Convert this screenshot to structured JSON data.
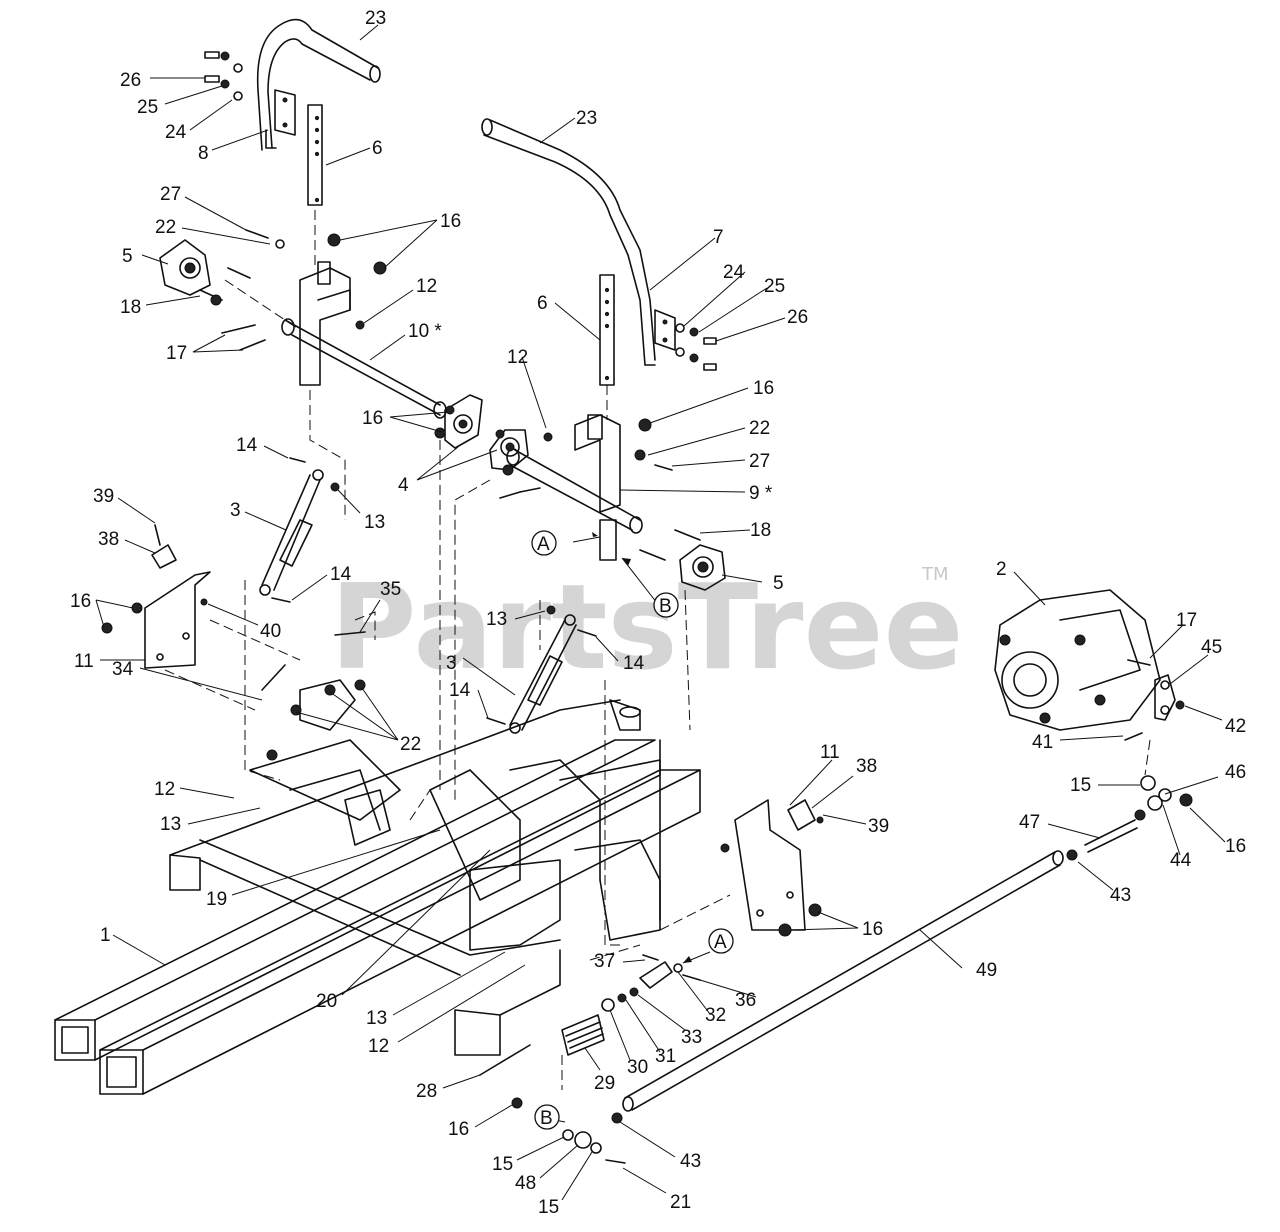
{
  "watermark": {
    "brand": "PartsTree",
    "mark": "TM"
  },
  "callouts": [
    {
      "id": "c23a",
      "text": "23"
    },
    {
      "id": "c26a",
      "text": "26"
    },
    {
      "id": "c25a",
      "text": "25"
    },
    {
      "id": "c24a",
      "text": "24"
    },
    {
      "id": "c8",
      "text": "8"
    },
    {
      "id": "c6a",
      "text": "6"
    },
    {
      "id": "c27a",
      "text": "27"
    },
    {
      "id": "c16a",
      "text": "16"
    },
    {
      "id": "c22a",
      "text": "22"
    },
    {
      "id": "c5a",
      "text": "5"
    },
    {
      "id": "c18a",
      "text": "18"
    },
    {
      "id": "c12a",
      "text": "12"
    },
    {
      "id": "c17a",
      "text": "17"
    },
    {
      "id": "c10",
      "text": "10 *"
    },
    {
      "id": "c16b",
      "text": "16"
    },
    {
      "id": "c4",
      "text": "4"
    },
    {
      "id": "c14a",
      "text": "14"
    },
    {
      "id": "c3a",
      "text": "3"
    },
    {
      "id": "c13a",
      "text": "13"
    },
    {
      "id": "c39a",
      "text": "39"
    },
    {
      "id": "c38a",
      "text": "38"
    },
    {
      "id": "c16c",
      "text": "16"
    },
    {
      "id": "c11a",
      "text": "11"
    },
    {
      "id": "c40",
      "text": "40"
    },
    {
      "id": "c14b",
      "text": "14"
    },
    {
      "id": "c35",
      "text": "35"
    },
    {
      "id": "c34",
      "text": "34"
    },
    {
      "id": "c22b",
      "text": "22"
    },
    {
      "id": "c12b",
      "text": "12"
    },
    {
      "id": "c13b",
      "text": "13"
    },
    {
      "id": "c19",
      "text": "19"
    },
    {
      "id": "c1",
      "text": "1"
    },
    {
      "id": "c20",
      "text": "20"
    },
    {
      "id": "c23b",
      "text": "23"
    },
    {
      "id": "c7",
      "text": "7"
    },
    {
      "id": "c6b",
      "text": "6"
    },
    {
      "id": "c24b",
      "text": "24"
    },
    {
      "id": "c25b",
      "text": "25"
    },
    {
      "id": "c26b",
      "text": "26"
    },
    {
      "id": "c12c",
      "text": "12"
    },
    {
      "id": "c16d",
      "text": "16"
    },
    {
      "id": "c22c",
      "text": "22"
    },
    {
      "id": "c27b",
      "text": "27"
    },
    {
      "id": "c9",
      "text": "9 *"
    },
    {
      "id": "c18b",
      "text": "18"
    },
    {
      "id": "c5b",
      "text": "5"
    },
    {
      "id": "c13c",
      "text": "13"
    },
    {
      "id": "c14c",
      "text": "14"
    },
    {
      "id": "c3b",
      "text": "3"
    },
    {
      "id": "c14d",
      "text": "14"
    },
    {
      "id": "c2",
      "text": "2"
    },
    {
      "id": "c17b",
      "text": "17"
    },
    {
      "id": "c45",
      "text": "45"
    },
    {
      "id": "c42",
      "text": "42"
    },
    {
      "id": "c41",
      "text": "41"
    },
    {
      "id": "c15a",
      "text": "15"
    },
    {
      "id": "c46",
      "text": "46"
    },
    {
      "id": "c47",
      "text": "47"
    },
    {
      "id": "c44",
      "text": "44"
    },
    {
      "id": "c16e",
      "text": "16"
    },
    {
      "id": "c43a",
      "text": "43"
    },
    {
      "id": "c11b",
      "text": "11"
    },
    {
      "id": "c38b",
      "text": "38"
    },
    {
      "id": "c39b",
      "text": "39"
    },
    {
      "id": "c16f",
      "text": "16"
    },
    {
      "id": "c37",
      "text": "37"
    },
    {
      "id": "c36",
      "text": "36"
    },
    {
      "id": "c49",
      "text": "49"
    },
    {
      "id": "c32",
      "text": "32"
    },
    {
      "id": "c33",
      "text": "33"
    },
    {
      "id": "c31",
      "text": "31"
    },
    {
      "id": "c30",
      "text": "30"
    },
    {
      "id": "c29",
      "text": "29"
    },
    {
      "id": "c13d",
      "text": "13"
    },
    {
      "id": "c12d",
      "text": "12"
    },
    {
      "id": "c28",
      "text": "28"
    },
    {
      "id": "c16g",
      "text": "16"
    },
    {
      "id": "c15b",
      "text": "15"
    },
    {
      "id": "c48",
      "text": "48"
    },
    {
      "id": "c15c",
      "text": "15"
    },
    {
      "id": "c43b",
      "text": "43"
    },
    {
      "id": "c21",
      "text": "21"
    }
  ],
  "reference_markers": [
    {
      "id": "mA1",
      "text": "A"
    },
    {
      "id": "mB1",
      "text": "B"
    },
    {
      "id": "mA2",
      "text": "A"
    },
    {
      "id": "mB2",
      "text": "B"
    }
  ]
}
